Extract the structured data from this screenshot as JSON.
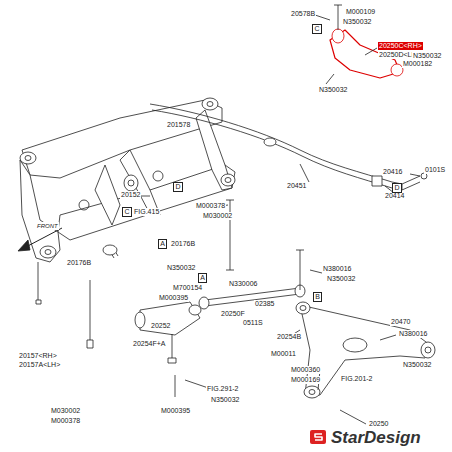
{
  "diagram": {
    "nodes": [
      {
        "text": [
          "D"
        ]
      },
      {
        "text": [
          "C"
        ]
      },
      {
        "text": [
          "A"
        ]
      },
      {
        "text": [
          "A"
        ]
      },
      {
        "text": [
          "B"
        ]
      },
      {
        "text": [
          "C"
        ]
      },
      {
        "text": [
          "D"
        ]
      }
    ],
    "labels": [
      "20152",
      "FIG.415",
      "201578",
      "20176B",
      "N350032",
      "20176B",
      "20157<RH>",
      "20157A<LH>",
      "M030002",
      "M000378",
      "M700154",
      "M000395",
      "20252",
      "20254F+A",
      "M000395",
      "FIG.291-2",
      "N350032",
      "M000378",
      "M030002",
      "N330006",
      "02385",
      "20250F",
      "0511S",
      "20254B",
      "M00011",
      "N350032",
      "N380016",
      "M000360",
      "M000169",
      "20250",
      "FIG.201-2",
      "N380016",
      "20470",
      "N350032",
      "20451",
      "20416",
      "0101S",
      "20414",
      "20578B",
      "M000109",
      "N350032",
      "20250C<RH>",
      "20250D<LH>",
      "N350032",
      "N350032",
      "M000182",
      "FRONT",
      "StarDesign"
    ]
  }
}
